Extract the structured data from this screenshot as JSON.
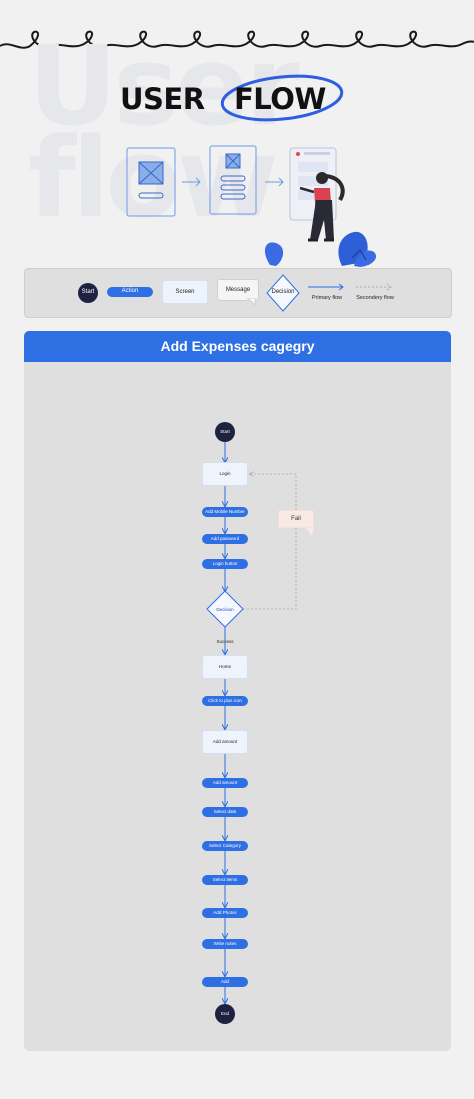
{
  "header": {
    "background_word": "User flow",
    "title_left": "USER",
    "title_right": "FLOW"
  },
  "legend": {
    "start": "Start",
    "action": "Action",
    "screen": "Screen",
    "message": "Message",
    "decision": "Decision",
    "primary_flow": "Primary flow",
    "secondary_flow": "Secondery flow"
  },
  "flow": {
    "title": "Add Expenses cagegry",
    "start": "Start",
    "login": "Login",
    "add_mobile": "Add Mobile Number",
    "add_password": "Add password",
    "login_button": "Login button",
    "decision": "Decision",
    "fail": "Fail",
    "success": "Success",
    "home": "Home",
    "click_plus": "Click to plus icon",
    "add_amount_screen": "Add amount",
    "add_amount_action": "Add amount",
    "select_date": "Select date",
    "select_category": "Select Category",
    "select_items": "Select items",
    "add_photos": "Add Photos",
    "write_notes": "Write notes",
    "add": "Add",
    "end": "End"
  },
  "colors": {
    "primary": "#2f6fe4",
    "dark": "#1e2240",
    "screen_fill": "#eef4fc",
    "message_fill": "#f7e9e3",
    "card": "#dfdfdf"
  }
}
